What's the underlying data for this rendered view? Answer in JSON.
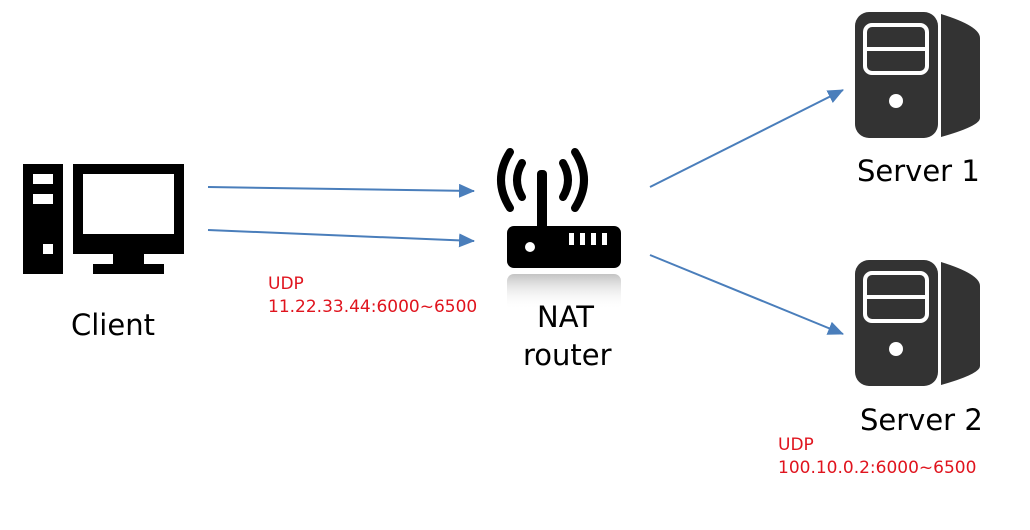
{
  "nodes": {
    "client": {
      "label": "Client",
      "icon": "desktop-computer-icon"
    },
    "router": {
      "label_line1": "NAT",
      "label_line2": "router",
      "icon": "wireless-router-icon"
    },
    "server1": {
      "label": "Server 1",
      "icon": "server-tower-icon"
    },
    "server2": {
      "label": "Server 2",
      "icon": "server-tower-icon"
    }
  },
  "annotations": {
    "client_side": {
      "protocol": "UDP",
      "address": "11.22.33.44:6000~6500"
    },
    "server_side": {
      "protocol": "UDP",
      "address": "100.10.0.2:6000~6500"
    }
  },
  "edges": [
    {
      "from": "client",
      "to": "router"
    },
    {
      "from": "client",
      "to": "router"
    },
    {
      "from": "router",
      "to": "server1"
    },
    {
      "from": "router",
      "to": "server2"
    }
  ],
  "colors": {
    "arrow": "#4a7ebb",
    "annotation": "#e0141e",
    "icon_dark": "#333333",
    "icon_black": "#000000"
  }
}
